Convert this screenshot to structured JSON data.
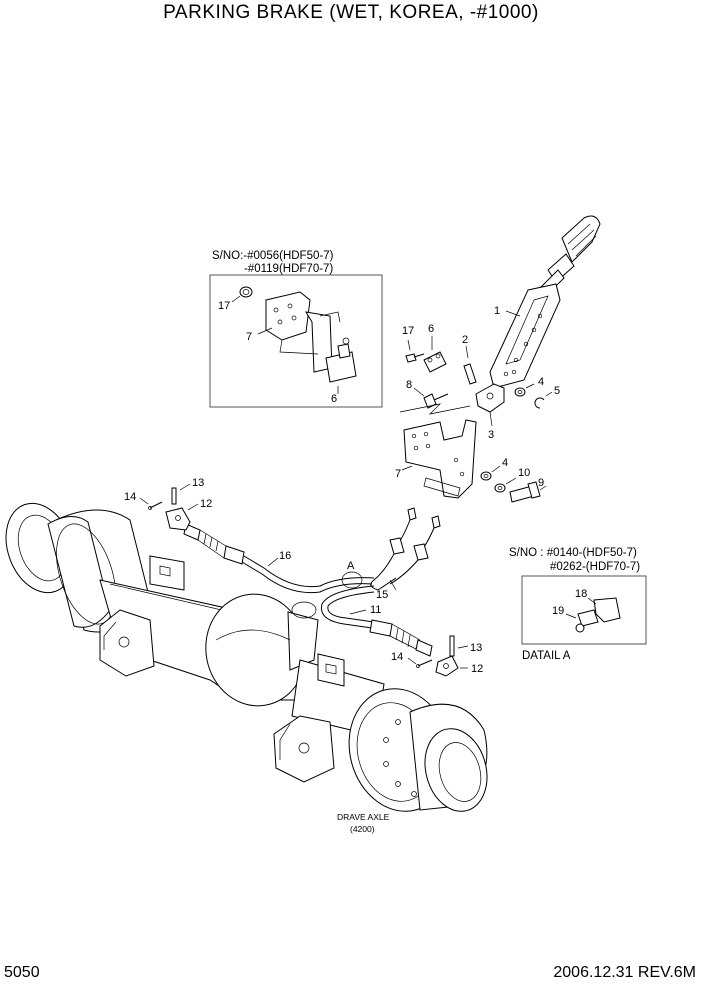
{
  "title": "PARKING BRAKE (WET, KOREA, -#1000)",
  "page_number": "5050",
  "revision": "2006.12.31 REV.6M",
  "inset_top": {
    "serial_line1": "S/NO:-#0056(HDF50-7)",
    "serial_line2": "-#0119(HDF70-7)",
    "callouts": [
      "17",
      "7",
      "6"
    ]
  },
  "inset_detail": {
    "serial_line1": "S/NO : #0140-(HDF50-7)",
    "serial_line2": "#0262-(HDF70-7)",
    "callouts": [
      "18",
      "19"
    ],
    "caption": "DATAIL A"
  },
  "detail_marker": "A",
  "axle_caption_line1": "DRAVE AXLE",
  "axle_caption_line2": "(4200)",
  "callouts": {
    "c1": "1",
    "c2": "2",
    "c3": "3",
    "c4a": "4",
    "c4b": "4",
    "c5": "5",
    "c6": "6",
    "c7": "7",
    "c8": "8",
    "c9": "9",
    "c10": "10",
    "c11": "11",
    "c12a": "12",
    "c12b": "12",
    "c13a": "13",
    "c13b": "13",
    "c14a": "14",
    "c14b": "14",
    "c15": "15",
    "c16": "16",
    "c17": "17"
  }
}
